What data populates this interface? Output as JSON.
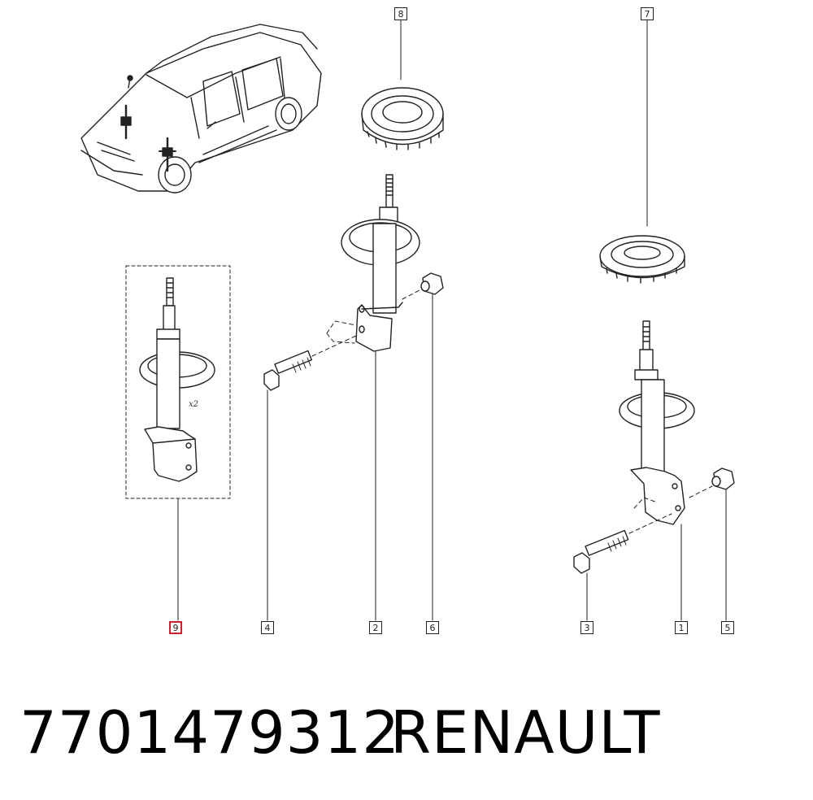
{
  "footer": {
    "part_number": "7701479312",
    "brand": "RENAULT"
  },
  "callouts": {
    "c1": "1",
    "c2": "2",
    "c3": "3",
    "c4": "4",
    "c5": "5",
    "c6": "6",
    "c7": "7",
    "c8": "8",
    "c9": "9"
  },
  "quantity_note": "x2",
  "highlight_color": "#d0202c"
}
